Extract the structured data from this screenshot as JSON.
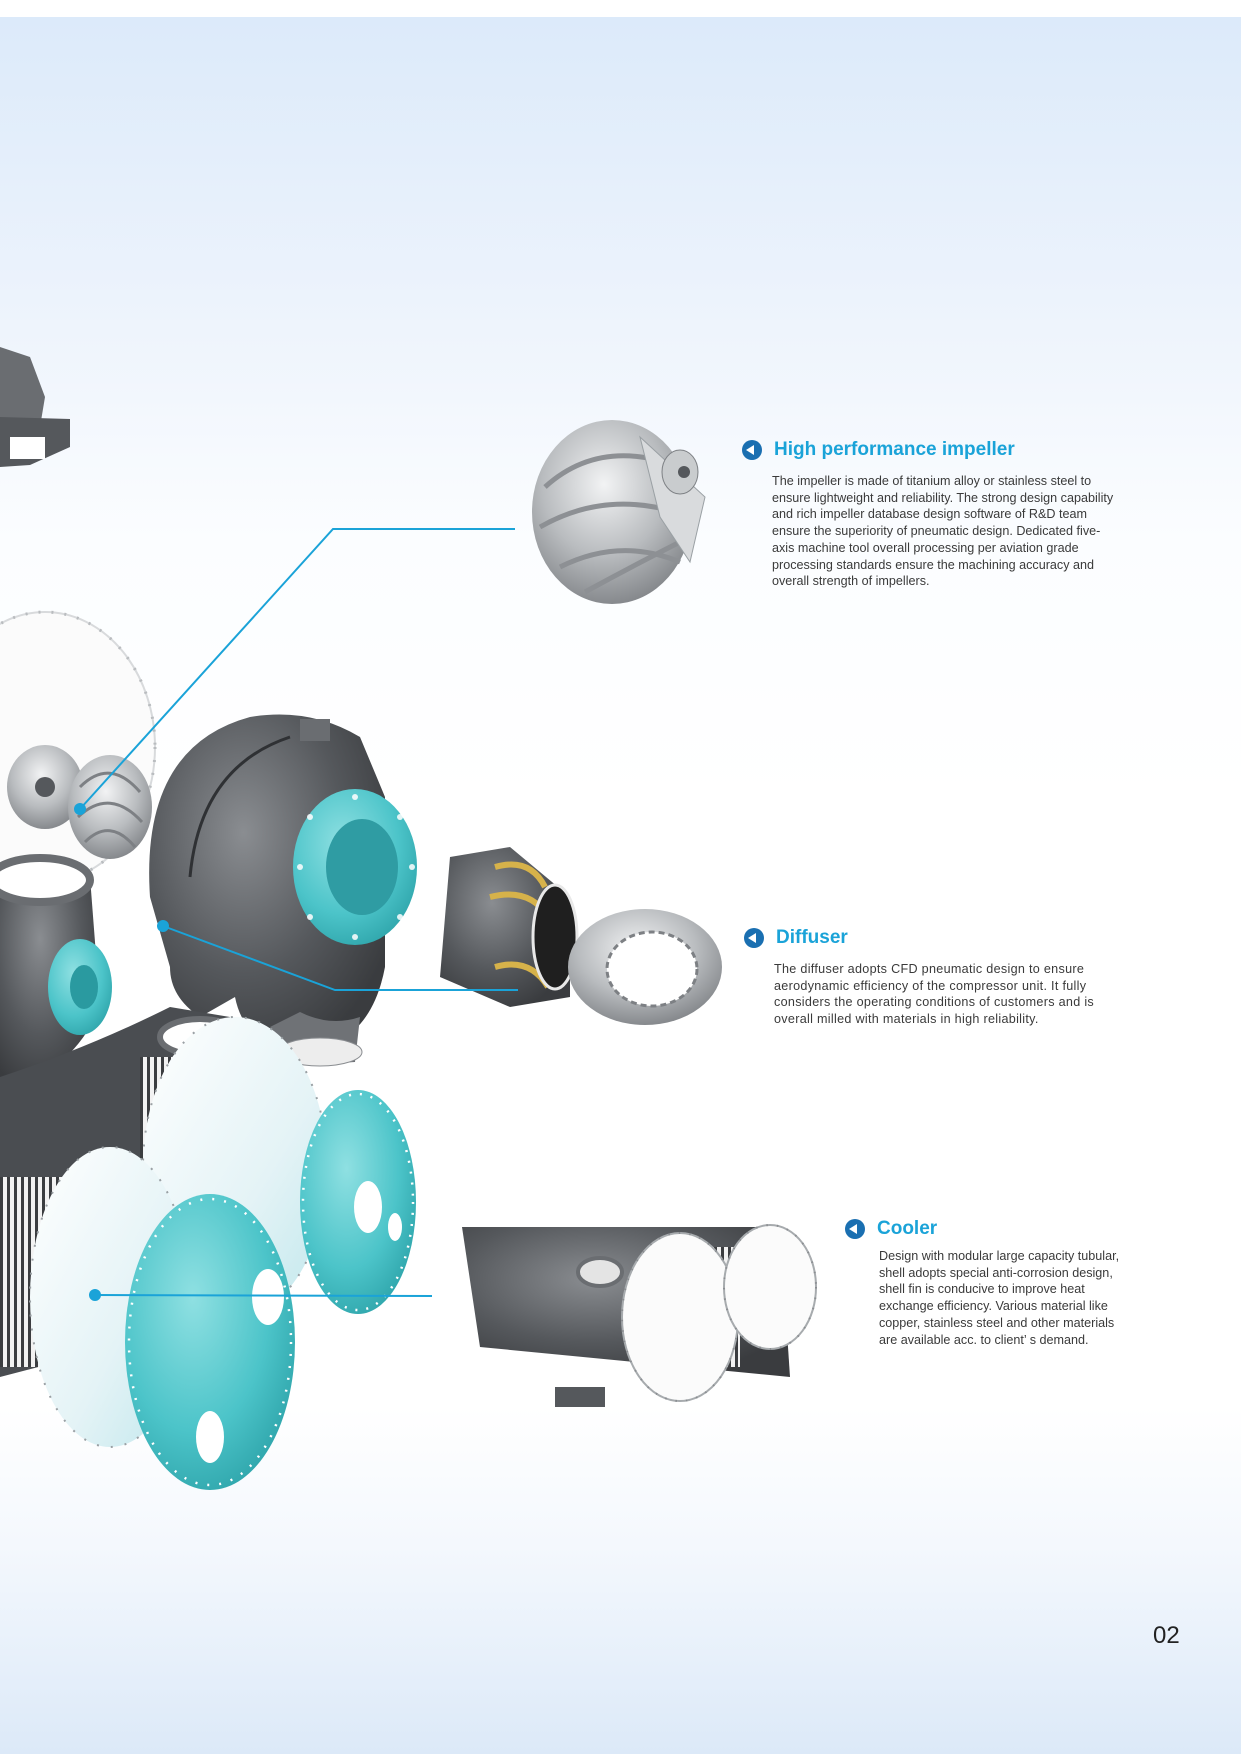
{
  "page_number": "02",
  "callouts": {
    "impeller": {
      "title": "High performance impeller",
      "body": "The impeller is made of titanium alloy or stainless steel to ensure lightweight and reliability. The strong design capability and rich impeller database design software of  R&D team ensure the superiority of pneumatic design. Dedicated five-axis machine tool overall processing per aviation grade processing standards ensure the machining accuracy and overall strength of impellers."
    },
    "diffuser": {
      "title": "Diffuser",
      "body": "The diffuser adopts CFD pneumatic design to ensure aerodynamic efficiency of the compressor unit. It fully considers the operating conditions of customers and is overall milled with materials in high reliability."
    },
    "cooler": {
      "title": "Cooler",
      "body": "Design with modular large capacity tubular, shell adopts special anti-corrosion design, shell fin is conducive to improve heat exchange efficiency. Various material like copper, stainless steel and other materials are available acc. to client’ s demand."
    }
  },
  "colors": {
    "accent_line": "#1aa3d8",
    "title": "#1aa3d8",
    "badge": "#1a6fb1",
    "teal": "#47c3c9",
    "metal": "#5f6266"
  }
}
